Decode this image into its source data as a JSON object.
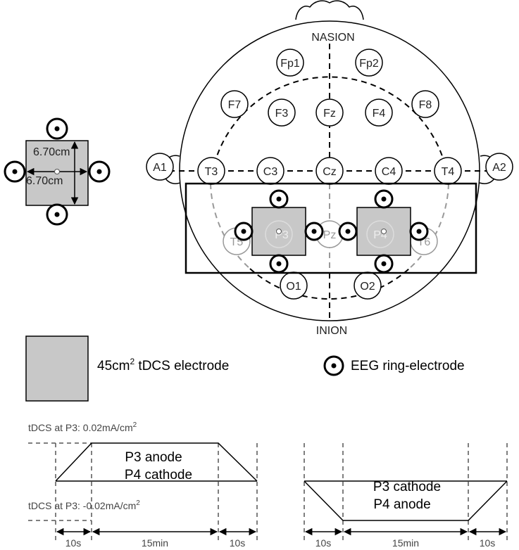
{
  "head_map": {
    "nasion": "NASION",
    "inion": "INION",
    "electrodes": {
      "fp1": "Fp1",
      "fp2": "Fp2",
      "f7": "F7",
      "f3": "F3",
      "fz": "Fz",
      "f4": "F4",
      "f8": "F8",
      "a1": "A1",
      "t3": "T3",
      "c3": "C3",
      "cz": "Cz",
      "c4": "C4",
      "t4": "T4",
      "a2": "A2",
      "t5": "T5",
      "p3": "P3",
      "pz": "Pz",
      "p4": "P4",
      "t6": "T6",
      "o1": "O1",
      "o2": "O2"
    }
  },
  "electrode_size": {
    "width": "6.70cm",
    "height": "6.70cm"
  },
  "legend": {
    "tdcs_label_main": "45cm",
    "tdcs_label_sup": "2",
    "tdcs_label_rest": " tDCS electrode",
    "eeg_label": "EEG ring-electrode"
  },
  "protocol": {
    "upper_label_prefix": "tDCS at P3: 0.02mA/cm",
    "upper_label_sup": "2",
    "lower_label_prefix": "tDCS at P3: -0.02mA/cm",
    "lower_label_sup": "2",
    "left_condition": [
      "P3 anode",
      "P4 cathode"
    ],
    "right_condition": [
      "P3 cathode",
      "P4 anode"
    ],
    "left_durations": [
      "10s",
      "15min",
      "10s"
    ],
    "right_durations": [
      "10s",
      "15min",
      "10s"
    ]
  }
}
